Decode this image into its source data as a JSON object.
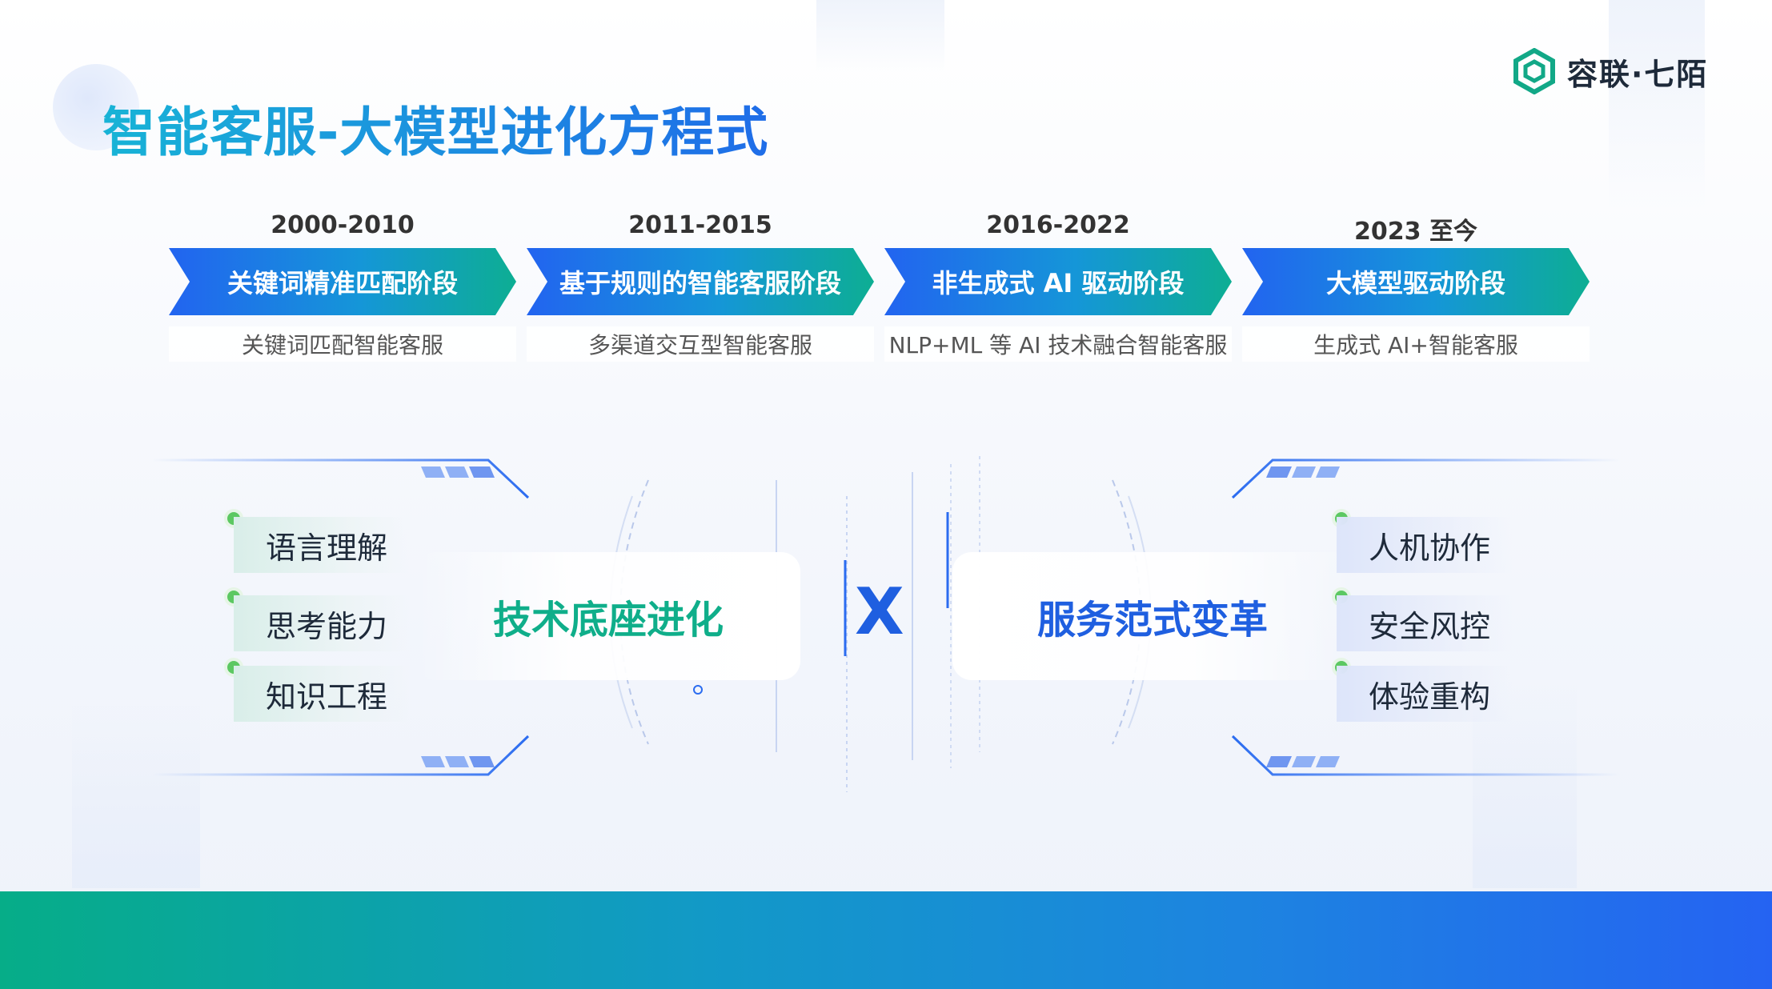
{
  "title": "智能客服-大模型进化方程式",
  "logo": {
    "text": "容联·七陌",
    "icon": "hexagon-logo-icon",
    "color": "#12a887"
  },
  "stages": [
    {
      "year": "2000-2010",
      "name": "关键词精准匹配阶段",
      "desc": "关键词匹配智能客服"
    },
    {
      "year": "2011-2015",
      "name": "基于规则的智能客服阶段",
      "desc": "多渠道交互型智能客服"
    },
    {
      "year": "2016-2022",
      "name": "非生成式 AI 驱动阶段",
      "desc": "NLP+ML 等 AI 技术融合智能客服"
    },
    {
      "year": "2023 至今",
      "name": "大模型驱动阶段",
      "desc": "生成式 AI+智能客服"
    }
  ],
  "left_group": {
    "title": "技术底座进化",
    "items": [
      "语言理解",
      "思考能力",
      "知识工程"
    ],
    "color": "#0fae8a"
  },
  "operator": "X",
  "right_group": {
    "title": "服务范式变革",
    "items": [
      "人机协作",
      "安全风控",
      "体验重构"
    ],
    "color": "#1f5fe0"
  }
}
